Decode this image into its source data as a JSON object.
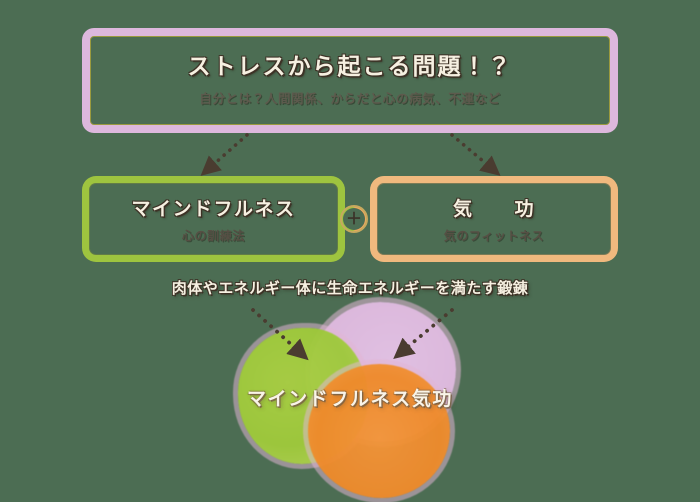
{
  "background_color": "#4c6d53",
  "problem": {
    "title": "ストレスから起こる問題！？",
    "subtitle": "自分とは？人間関係、からだと心の病気、不運など",
    "border_color": "#ddb8dd"
  },
  "connector": {
    "symbol": "＋",
    "icon_name": "plus-icon"
  },
  "practices": [
    {
      "id": "mindfulness",
      "title": "マインドフルネス",
      "subtitle": "心の訓練法",
      "border_color": "#9ec43f"
    },
    {
      "id": "qigong",
      "title": "気　　功",
      "subtitle": "気のフィットネス",
      "border_color": "#f0b97e"
    }
  ],
  "bridge_text": "肉体やエネルギー体に生命エネルギーを満たす鍛錬",
  "result": {
    "label": "マインドフルネス気功",
    "blobs": [
      {
        "name": "green-blob",
        "color": "#9fc93c"
      },
      {
        "name": "purple-blob",
        "color": "#dcb8dc"
      },
      {
        "name": "orange-blob",
        "color": "#ef8b2c"
      }
    ]
  }
}
